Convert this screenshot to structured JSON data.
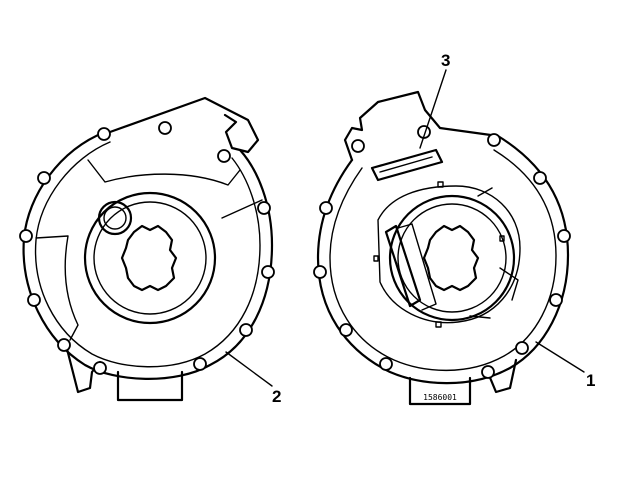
{
  "callouts": [
    {
      "id": "1",
      "label": "1"
    },
    {
      "id": "2",
      "label": "2"
    },
    {
      "id": "3",
      "label": "3"
    }
  ],
  "plate_marking": "1586001"
}
